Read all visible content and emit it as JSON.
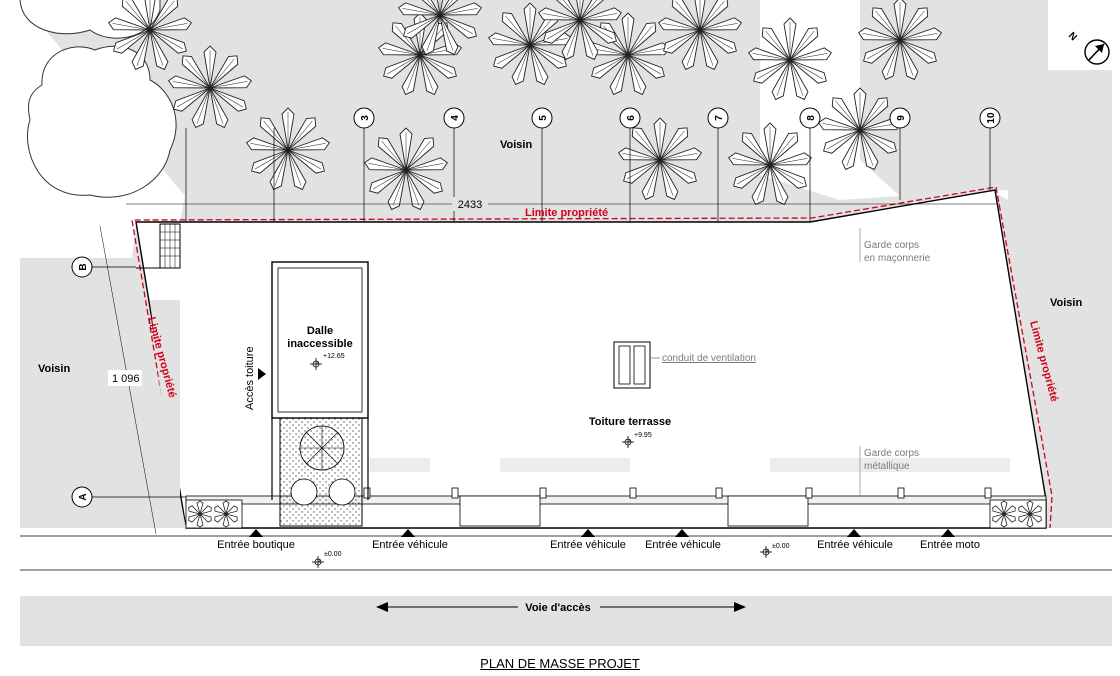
{
  "caption": "PLAN DE MASSE PROJET",
  "labels": {
    "voisin_top": "Voisin",
    "voisin_left": "Voisin",
    "voisin_right": "Voisin",
    "limite_top": "Limite propriété",
    "limite_left": "Limite propriété",
    "limite_right": "Limite propriété",
    "dim_horizontal": "2433",
    "dim_vertical": "1 096",
    "dalle_line1": "Dalle",
    "dalle_line2": "inaccessible",
    "dalle_level": "+12.65",
    "acces_toiture": "Accès toiture",
    "toiture_terrasse": "Toiture terrasse",
    "toiture_level": "+9.95",
    "ventilation": "conduit de ventilation",
    "garde_corps_mac_1": "Garde corps",
    "garde_corps_mac_2": "en maçonnerie",
    "garde_corps_met_1": "Garde corps",
    "garde_corps_met_2": "métallique",
    "street_level_1": "±0.00",
    "street_level_2": "±0.00",
    "voie_acces": "Voie d'accès",
    "north": "N"
  },
  "entrances": [
    "Entrée boutique",
    "Entrée véhicule",
    "Entrée véhicule",
    "Entrée véhicule",
    "Entrée véhicule",
    "Entrée moto"
  ],
  "grid_axes": [
    "3",
    "4",
    "5",
    "6",
    "7",
    "8",
    "9",
    "10",
    "B",
    "A"
  ],
  "colors": {
    "limit_line": "#d0021b",
    "neighbor_fill": "#e2e2e2",
    "line": "#000000"
  }
}
